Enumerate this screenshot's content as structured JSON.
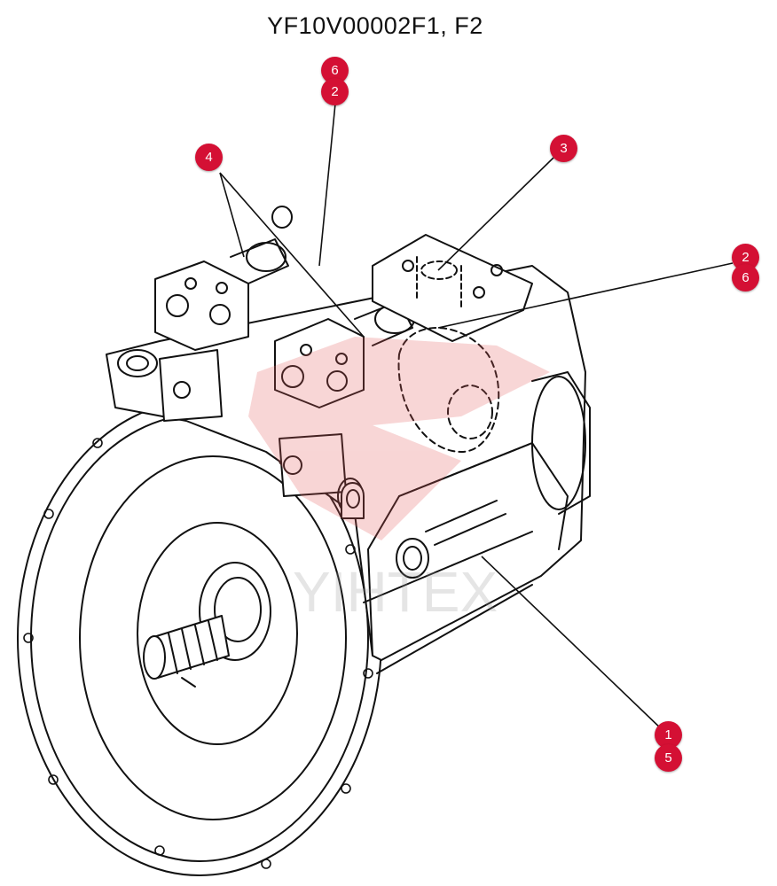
{
  "title": "YF10V00002F1, F2",
  "watermark": "YIHTEX",
  "callout_color": "#d41034",
  "callouts": [
    {
      "label": "6"
    },
    {
      "label": "2"
    },
    {
      "label": "4"
    },
    {
      "label": "3"
    },
    {
      "label": "2"
    },
    {
      "label": "6"
    },
    {
      "label": "1"
    },
    {
      "label": "5"
    }
  ]
}
